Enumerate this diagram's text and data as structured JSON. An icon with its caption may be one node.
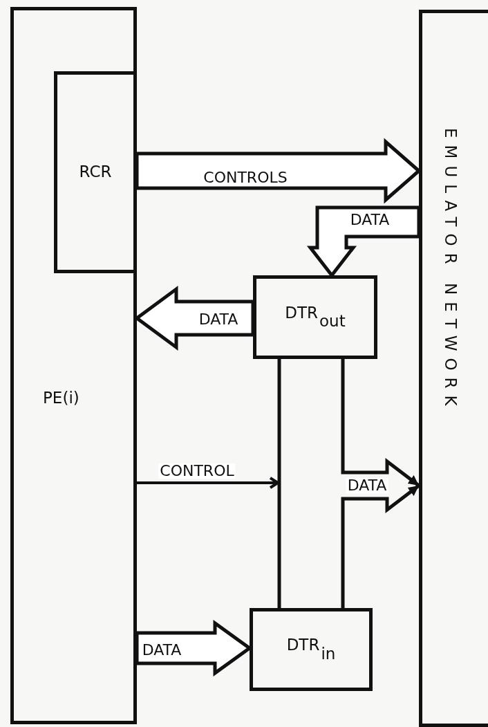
{
  "diagram": {
    "nodes": [
      {
        "text": [
          "PE(i)"
        ]
      },
      {
        "text": [
          "RCR"
        ],
        "in": 0
      },
      {
        "text": [
          "EMULATOR NETWORK"
        ]
      },
      {
        "text": [
          "DTR$_{out}$"
        ]
      },
      {
        "text": [
          "DTR$_{in}$"
        ]
      }
    ],
    "edges": [
      {
        "from": 1,
        "to": 2,
        "arrow": "to",
        "label": "CONTROLS"
      },
      {
        "from": 2,
        "to": 3,
        "arrow": "to",
        "label": "DATA"
      },
      {
        "from": 3,
        "to": 0,
        "arrow": "to",
        "label": "DATA"
      },
      {
        "from": 0,
        "to": null,
        "arrow": "to",
        "label": "CONTROL"
      },
      {
        "from": 3,
        "to": 4,
        "arrow": "none"
      },
      {
        "from": 3,
        "to": 2,
        "arrow": "to",
        "label": "DATA"
      },
      {
        "from": 4,
        "to": 2,
        "arrow": "to"
      },
      {
        "from": 0,
        "to": 4,
        "arrow": "to",
        "label": "DATA"
      }
    ]
  }
}
